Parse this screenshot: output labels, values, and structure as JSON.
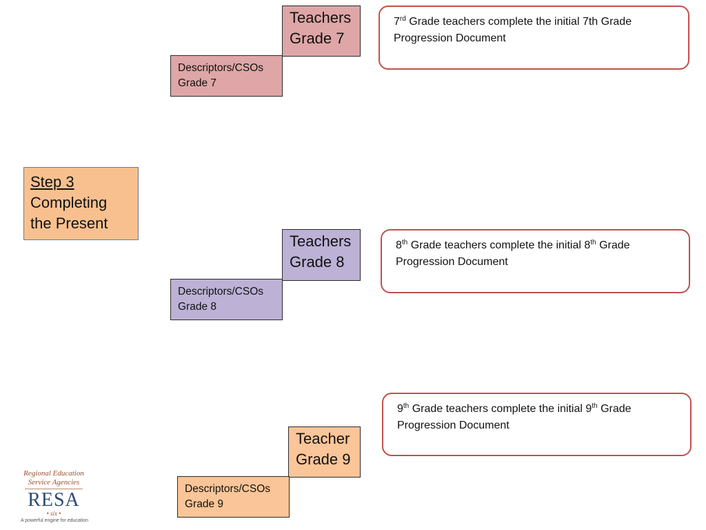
{
  "step": {
    "label": "Step 3",
    "title_line1": "Completing",
    "title_line2": "the Present"
  },
  "grades": [
    {
      "teacher_line1": "Teachers",
      "teacher_line2": "Grade 7",
      "desc_line1": "Descriptors/CSOs",
      "desc_line2": "Grade 7",
      "callout": {
        "num": "7",
        "suffix": "rd",
        "text_a": " Grade teachers complete the initial 7th Grade",
        "text_b": "Progression Document"
      }
    },
    {
      "teacher_line1": "Teachers",
      "teacher_line2": "Grade 8",
      "desc_line1": "Descriptors/CSOs",
      "desc_line2": "Grade 8",
      "callout": {
        "num": "8",
        "suffix": "th",
        "text_a": " Grade teachers complete the initial 8",
        "suffix_b": "th",
        "text_c": " Grade",
        "text_b": "Progression Document"
      }
    },
    {
      "teacher_line1": "Teacher",
      "teacher_line2": "Grade 9",
      "desc_line1": "Descriptors/CSOs",
      "desc_line2": "Grade 9",
      "callout": {
        "num": "9",
        "suffix": "th",
        "text_a": " Grade teachers complete the initial 9",
        "suffix_b": "th",
        "text_c": " Grade",
        "text_b": "Progression Document"
      }
    }
  ],
  "logo": {
    "line1": "Regional Education",
    "line2": "Service Agencies",
    "name": "RESA",
    "six": "• six •",
    "tagline": "A powerful engine for education"
  },
  "colors": {
    "step_fill": "#f9c08f",
    "grade7_fill": "#dea6a6",
    "grade8_fill": "#bdb1d6",
    "grade9_fill": "#fac598",
    "callout_border": "#c0504d"
  }
}
